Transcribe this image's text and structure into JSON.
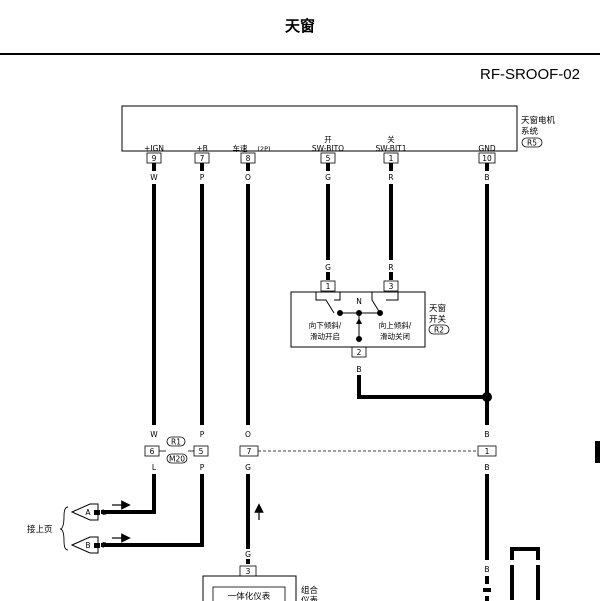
{
  "page": {
    "title": "天窗",
    "diagram_id": "RF-SROOF-02"
  },
  "motor": {
    "name_line1": "天窗电机",
    "name_line2": "系统",
    "code": "R5",
    "pins": [
      {
        "label": "+IGN",
        "pin": "9",
        "wire": "W"
      },
      {
        "label": "+B",
        "pin": "7",
        "wire": "P"
      },
      {
        "label": "车速",
        "sub": "(2P)",
        "pin": "8",
        "wire": "O"
      },
      {
        "label_top": "开",
        "label": "SW-BITO",
        "pin": "5",
        "wire": "G"
      },
      {
        "label_top": "关",
        "label": "SW-BIT1",
        "pin": "1",
        "wire": "R"
      },
      {
        "label": "GND",
        "pin": "10",
        "wire": "B"
      }
    ]
  },
  "switch": {
    "name_line1": "天窗",
    "name_line2": "开关",
    "code": "R2",
    "pin_g": "1",
    "wire_g": "G",
    "pin_r": "3",
    "wire_r": "R",
    "pin_b": "2",
    "wire_b": "B",
    "neutral": "N",
    "left_line1": "向下倾斜/",
    "left_line2": "滑动开启",
    "right_line1": "向上倾斜/",
    "right_line2": "滑动关闭"
  },
  "connector_row": {
    "code_top": "R1",
    "code_bottom": "M20",
    "w_top": "W",
    "w_pin": "6",
    "w_bottom": "L",
    "p_top": "P",
    "p_pin": "5",
    "p_bottom": "P",
    "o_top": "O",
    "o_pin": "7",
    "o_bottom": "G",
    "b_top": "B",
    "b_pin": "1",
    "b_bottom": "B"
  },
  "continue": {
    "label": "接上页",
    "a": "A",
    "a_wire": "L",
    "b": "B",
    "b_wire": "P"
  },
  "meter": {
    "pin": "3",
    "wire": "G",
    "inner": "一体化仪表",
    "name_line1": "组合",
    "name_line2": "仪表"
  },
  "ground": {
    "wire1": "B",
    "wire2": "B",
    "wire3": "B"
  }
}
